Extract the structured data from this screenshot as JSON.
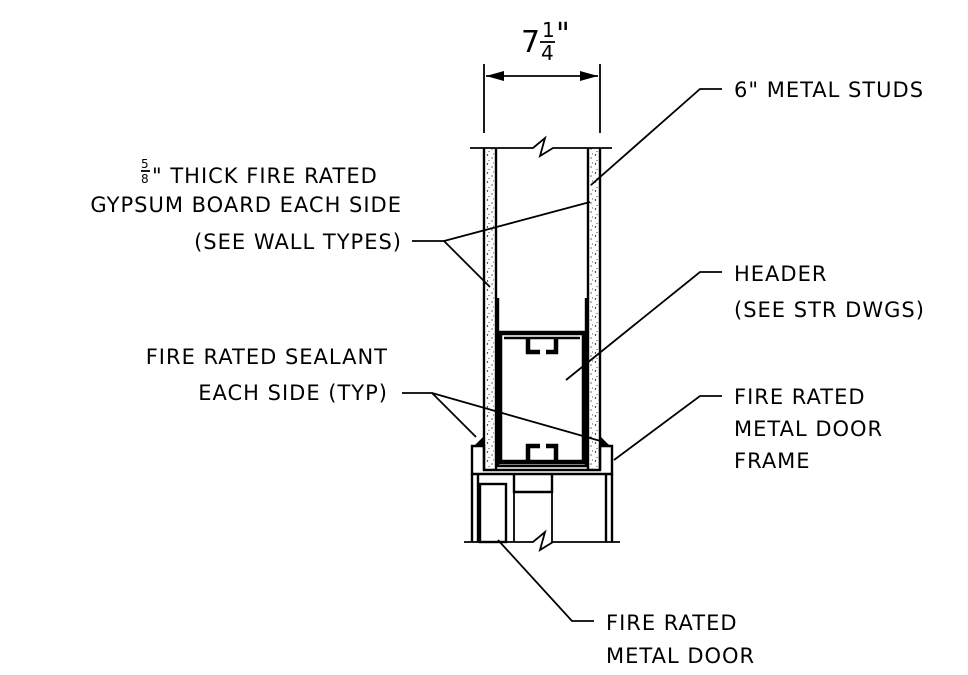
{
  "dimension": {
    "whole": "7",
    "numerator": "1",
    "denominator": "4",
    "inch_mark": "\""
  },
  "labels": {
    "studs": "6\" METAL STUDS",
    "gypsum_frac_num": "5",
    "gypsum_frac_den": "8",
    "gypsum_line1_rest": "\" THICK FIRE RATED",
    "gypsum_line2": "GYPSUM BOARD EACH SIDE",
    "gypsum_line3": "(SEE WALL TYPES)",
    "header_line1": "HEADER",
    "header_line2": "(SEE STR DWGS)",
    "sealant_line1": "FIRE RATED SEALANT",
    "sealant_line2": "EACH SIDE (TYP)",
    "frame_line1": "FIRE RATED",
    "frame_line2": "METAL DOOR",
    "frame_line3": "FRAME",
    "door_line1": "FIRE RATED",
    "door_line2": "METAL DOOR"
  },
  "colors": {
    "line": "#000000",
    "background": "#ffffff"
  }
}
